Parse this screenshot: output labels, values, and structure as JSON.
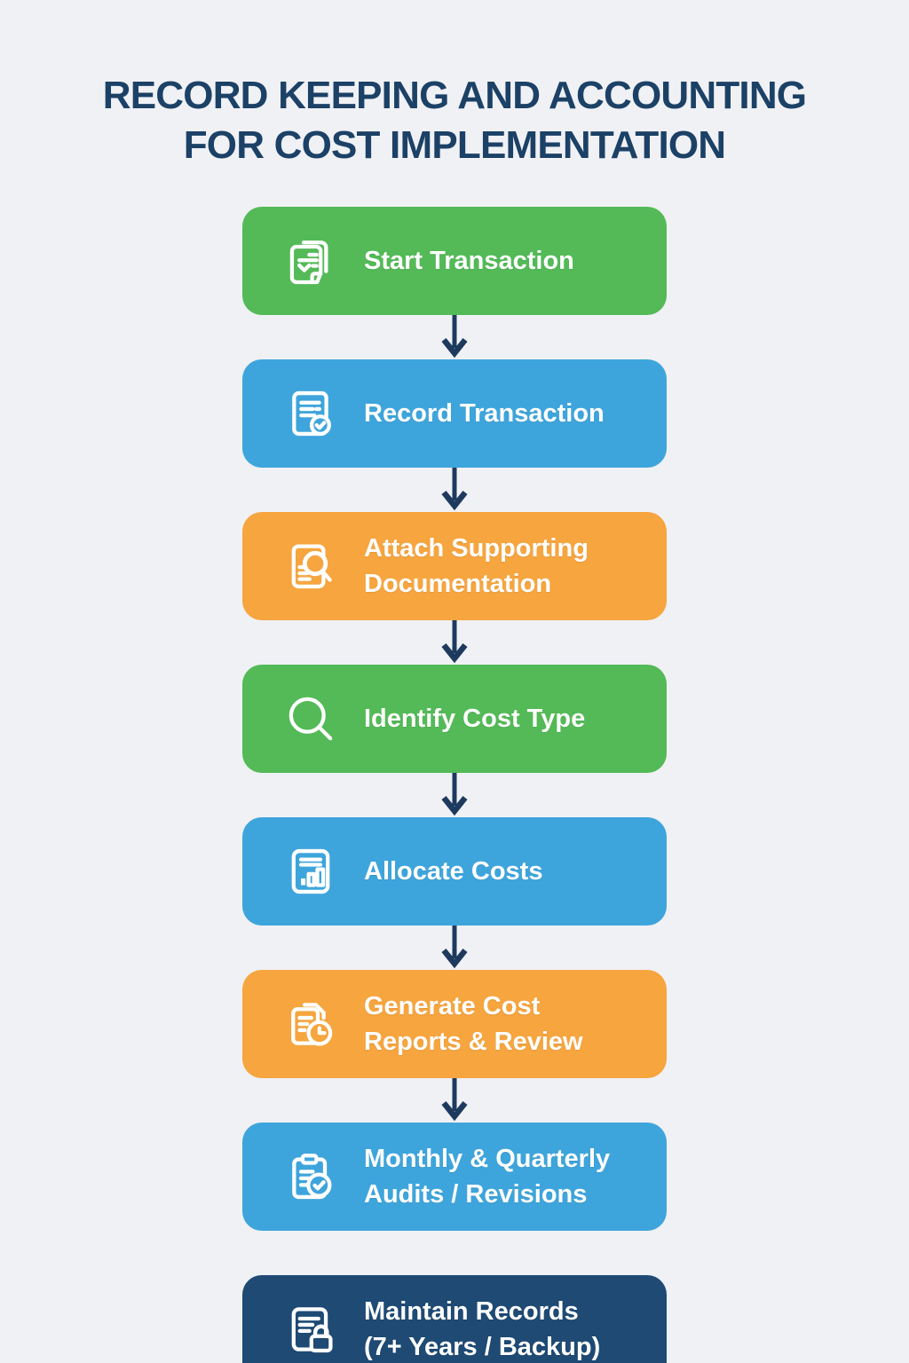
{
  "title": {
    "line1": "RECORD KEEPING AND ACCOUNTING",
    "line2": "FOR COST IMPLEMENTATION"
  },
  "colors": {
    "background": "#f0f1f5",
    "title": "#1c4166",
    "arrow": "#1d3a5e",
    "label": "#ffffff",
    "green": "#53ba57",
    "blue": "#3ea5dc",
    "orange": "#f6a53f",
    "navy": "#1e4a74"
  },
  "steps": [
    {
      "label": "Start Transaction",
      "color": "#53ba57",
      "icon": "document-pages-check-icon"
    },
    {
      "label": "Record Transaction",
      "color": "#3ea5dc",
      "icon": "document-check-circle-icon"
    },
    {
      "label": "Attach Supporting\nDocumentation",
      "color": "#f6a53f",
      "icon": "document-magnifier-icon"
    },
    {
      "label": "Identify Cost Type",
      "color": "#53ba57",
      "icon": "magnifier-icon"
    },
    {
      "label": "Allocate Costs",
      "color": "#3ea5dc",
      "icon": "report-bar-chart-icon"
    },
    {
      "label": "Generate Cost\nReports & Review",
      "color": "#f6a53f",
      "icon": "document-clock-icon"
    },
    {
      "label": "Monthly & Quarterly\nAudits / Revisions",
      "color": "#3ea5dc",
      "icon": "clipboard-check-icon"
    },
    {
      "label": "Maintain Records\n(7+ Years / Backup)",
      "color": "#1e4a74",
      "icon": "document-lock-icon"
    }
  ]
}
